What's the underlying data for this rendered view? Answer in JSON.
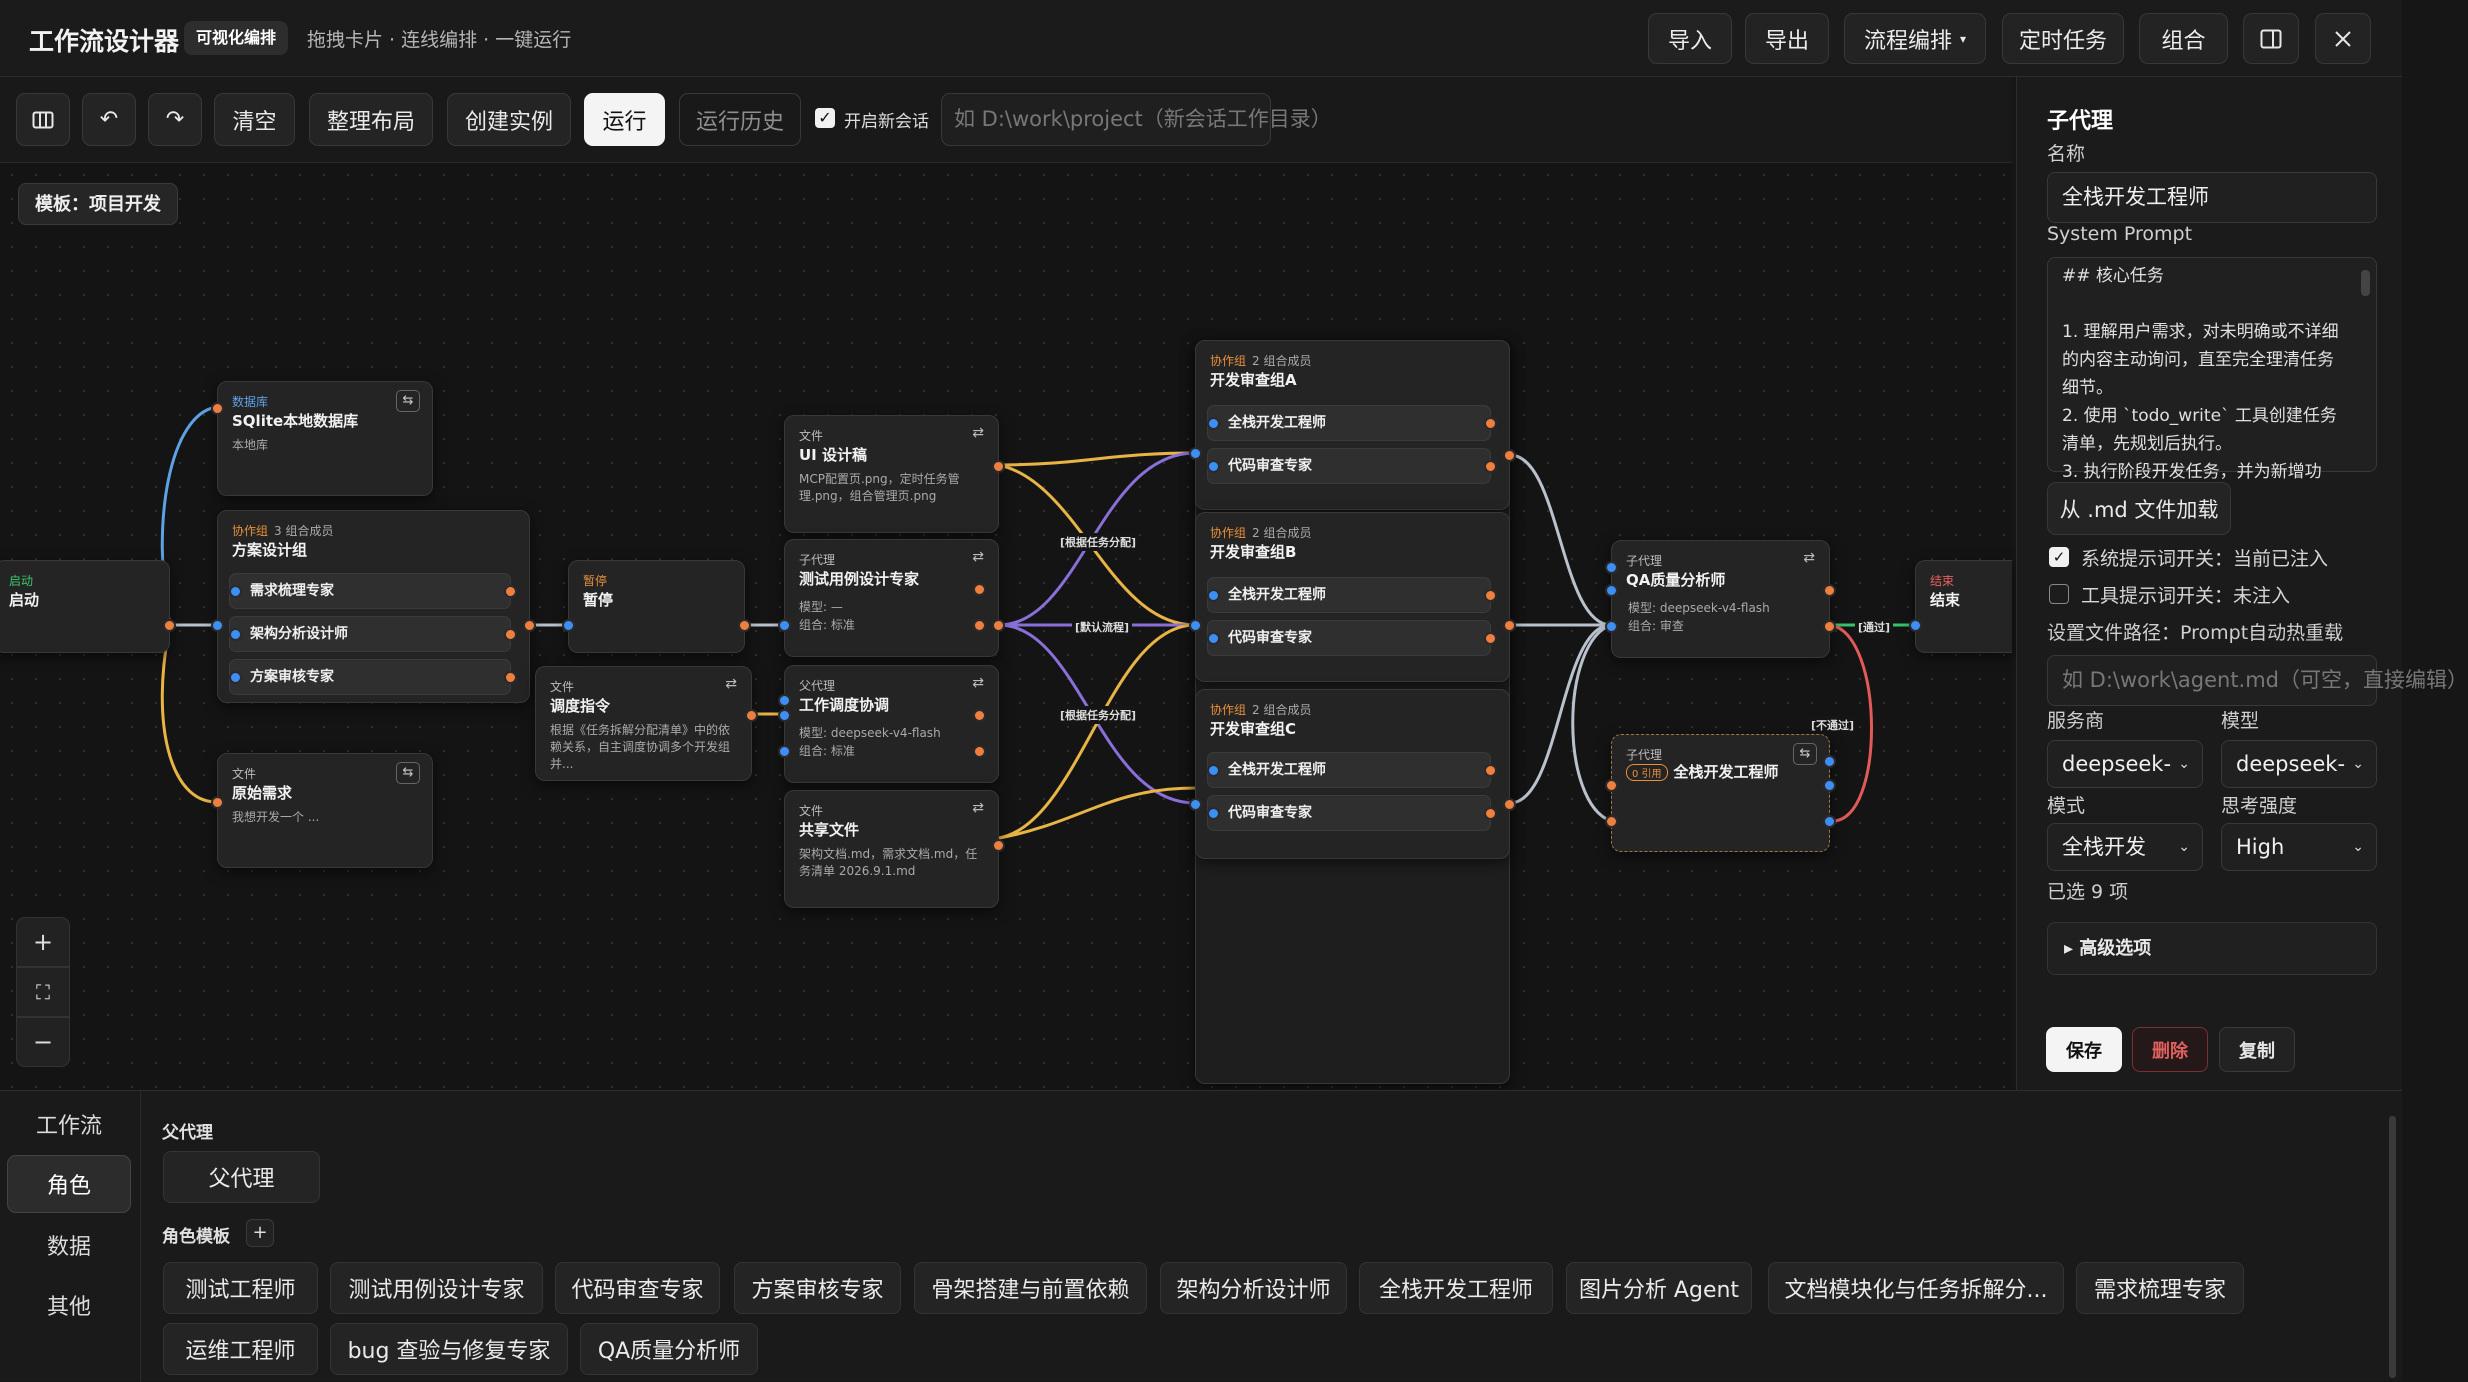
{
  "header": {
    "title": "工作流设计器",
    "badge": "可视化编排",
    "subtitle": "拖拽卡片 · 连线编排 · 一键运行",
    "buttons": {
      "import": "导入",
      "export": "导出",
      "flow": "流程编排",
      "scheduled": "定时任务",
      "combine": "组合"
    },
    "icons": [
      "panel-icon",
      "close-icon"
    ]
  },
  "toolbar": {
    "clear": "清空",
    "arrange": "整理布局",
    "create_instance": "创建实例",
    "run": "运行",
    "history": "运行历史",
    "new_session_label": "开启新会话",
    "path_placeholder": "如 D:\\work\\project（新会话工作目录）"
  },
  "canvas": {
    "template_label": "模板：项目开发",
    "nodes": {
      "start": {
        "kind": "启动",
        "title": "启动"
      },
      "db": {
        "kind": "数据库",
        "title": "SQlite本地数据库",
        "desc": "本地库"
      },
      "plan": {
        "kind": "协作组",
        "count": "3 组合成员",
        "title": "方案设计组",
        "members": [
          "需求梳理专家",
          "架构分析设计师",
          "方案审核专家"
        ]
      },
      "req": {
        "kind": "文件",
        "title": "原始需求",
        "desc": "我想开发一个 ..."
      },
      "pause": {
        "kind": "暂停",
        "title": "暂停"
      },
      "dispatch": {
        "kind": "文件",
        "title": "调度指令",
        "desc": "根据《任务拆解分配清单》中的依赖关系，自主调度协调多个开发组并..."
      },
      "ui": {
        "kind": "文件",
        "title": "UI 设计稿",
        "desc": "MCP配置页.png，定时任务管理.png，组合管理页.png"
      },
      "test": {
        "kind": "子代理",
        "title": "测试用例设计专家",
        "model": "模型: —",
        "group": "组合: 标准"
      },
      "coord": {
        "kind": "父代理",
        "title": "工作调度协调",
        "model": "模型: deepseek-v4-flash",
        "group": "组合: 标准"
      },
      "shared": {
        "kind": "文件",
        "title": "共享文件",
        "desc": "架构文档.md，需求文档.md，任务清单 2026.9.1.md"
      },
      "reviewA": {
        "kind": "协作组",
        "count": "2 组合成员",
        "title": "开发审查组A",
        "members": [
          "全栈开发工程师",
          "代码审查专家"
        ]
      },
      "reviewB": {
        "kind": "协作组",
        "count": "2 组合成员",
        "title": "开发审查组B",
        "members": [
          "全栈开发工程师",
          "代码审查专家"
        ]
      },
      "reviewC": {
        "kind": "协作组",
        "count": "2 组合成员",
        "title": "开发审查组C",
        "members": [
          "全栈开发工程师",
          "代码审查专家"
        ]
      },
      "qa": {
        "kind": "子代理",
        "title": "QA质量分析师",
        "model": "模型: deepseek-v4-flash",
        "group": "组合: 审查"
      },
      "fullstack": {
        "kind": "子代理",
        "title": "全栈开发工程师",
        "mini": "0 引用"
      },
      "end": {
        "kind": "结束",
        "title": "结束"
      }
    },
    "edge_labels": {
      "by_alloc_1": "[根据任务分配]",
      "default_flow": "[默认流程]",
      "by_alloc_2": "[根据任务分配]",
      "pass": "[通过]",
      "fail": "[不通过]"
    },
    "zoom": {
      "in": "+",
      "fit": "⛶",
      "out": "−"
    }
  },
  "right_panel": {
    "title": "子代理",
    "name_label": "名称",
    "name_value": "全栈开发工程师",
    "prompt_label": "System Prompt",
    "prompt_lines": [
      "## 核心任务",
      "",
      "1. 理解用户需求，对未明确或不详细的内容主动询问，直至完全理清任务细节。",
      "2. 使用 `todo_write` 工具创建任务清单，先规划后执行。",
      "3. 执行阶段开发任务，并为新增功"
    ],
    "load_md": "从 .md 文件加载",
    "sys_prompt_toggle": "系统提示词开关：当前已注入",
    "tool_prompt_toggle": "工具提示词开关：未注入",
    "file_path_label": "设置文件路径：Prompt自动热重载",
    "file_path_placeholder": "如 D:\\work\\agent.md（可空，直接编辑）",
    "provider_label": "服务商",
    "provider_value": "deepseek-",
    "model_label": "模型",
    "model_value": "deepseek-",
    "mode_label": "模式",
    "mode_value": "全栈开发",
    "think_label": "思考强度",
    "think_value": "High",
    "selected_count": "已选 9 项",
    "advanced": "▸ 高级选项",
    "save": "保存",
    "delete": "删除",
    "copy": "复制"
  },
  "bottom": {
    "tabs": [
      "工作流",
      "角色",
      "数据",
      "其他"
    ],
    "active_tab": "角色",
    "parent_heading": "父代理",
    "parent_chip": "父代理",
    "template_heading": "角色模板",
    "roles_row1": [
      "测试工程师",
      "测试用例设计专家",
      "代码审查专家",
      "方案审核专家",
      "骨架搭建与前置依赖",
      "架构分析设计师",
      "全栈开发工程师",
      "图片分析 Agent",
      "文档模块化与任务拆解分...",
      "需求梳理专家"
    ],
    "roles_row2": [
      "运维工程师",
      "bug 查验与修复专家",
      "QA质量分析师"
    ]
  },
  "colors": {
    "accent": "#f4f4f4",
    "port_out": "#ef7f3f",
    "port_in": "#3d8ff5",
    "edge_yellow": "#e8b445",
    "edge_purple": "#8a6fd8",
    "edge_blue": "#5ea2e6",
    "edge_gray": "#b9c2cc",
    "edge_red": "#e05a5a",
    "edge_green": "#39c16c"
  }
}
